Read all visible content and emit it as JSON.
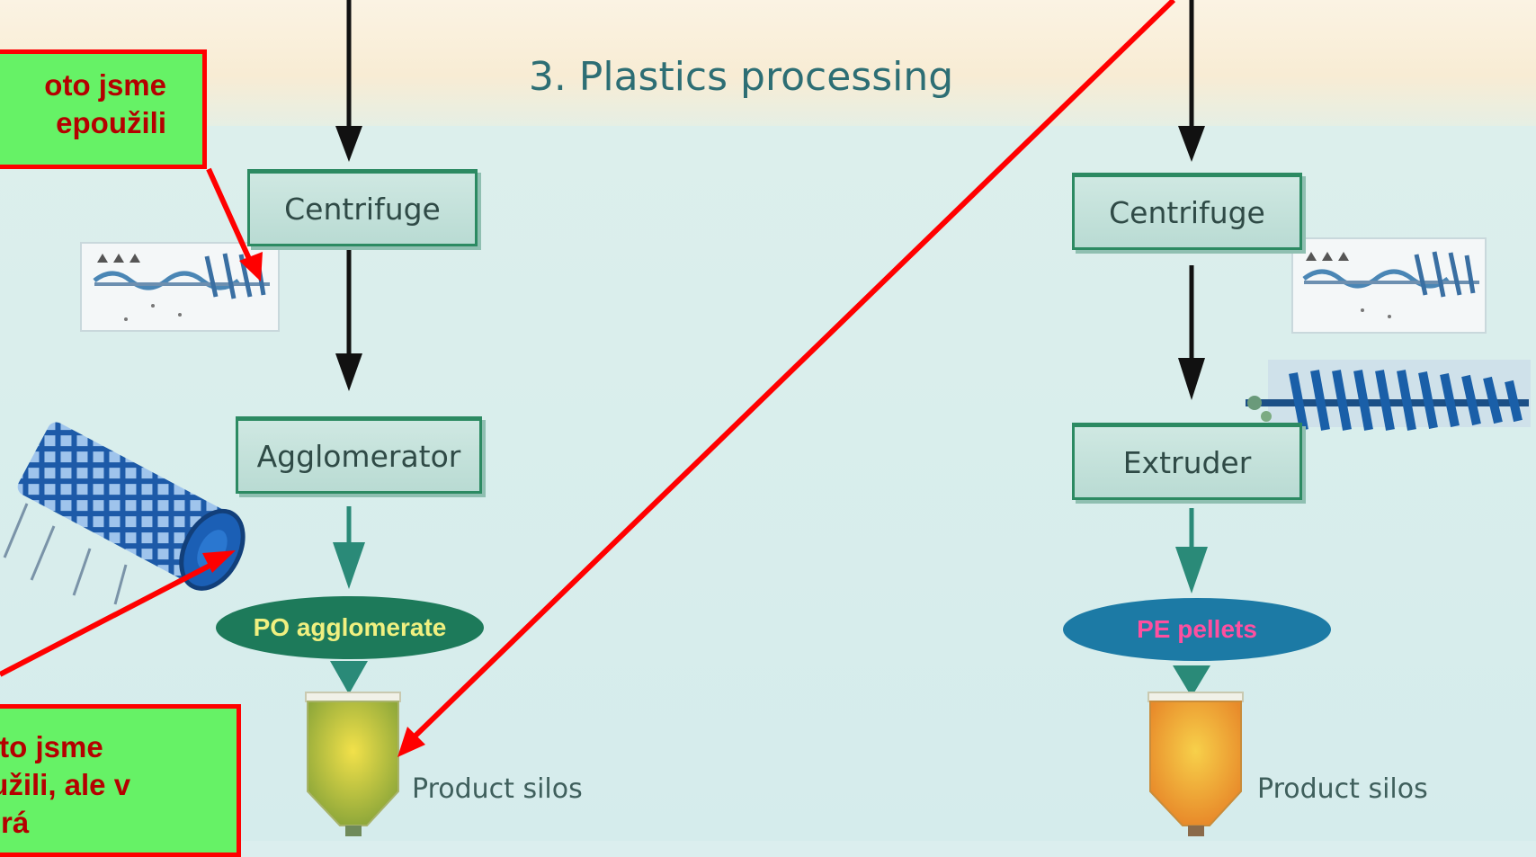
{
  "title": "3. Plastics processing",
  "left_flow": {
    "centrifuge": "Centrifuge",
    "agglomerator": "Agglomerator",
    "output": "PO agglomerate",
    "silo": "Product silos"
  },
  "right_flow": {
    "centrifuge": "Centrifuge",
    "extruder": "Extruder",
    "output": "PE pellets",
    "silo": "Product silos"
  },
  "annotations": {
    "top_note": [
      "oto jsme",
      "epoužili"
    ],
    "bottom_note": [
      "oto jsme",
      "oužili, ale v",
      "rá"
    ]
  },
  "colors": {
    "annotation_red": "#ff0000",
    "annotation_green": "#66f266",
    "box_border": "#2c8a62",
    "po_oval": "#1d7a5a",
    "pe_oval": "#1c7aa5"
  }
}
